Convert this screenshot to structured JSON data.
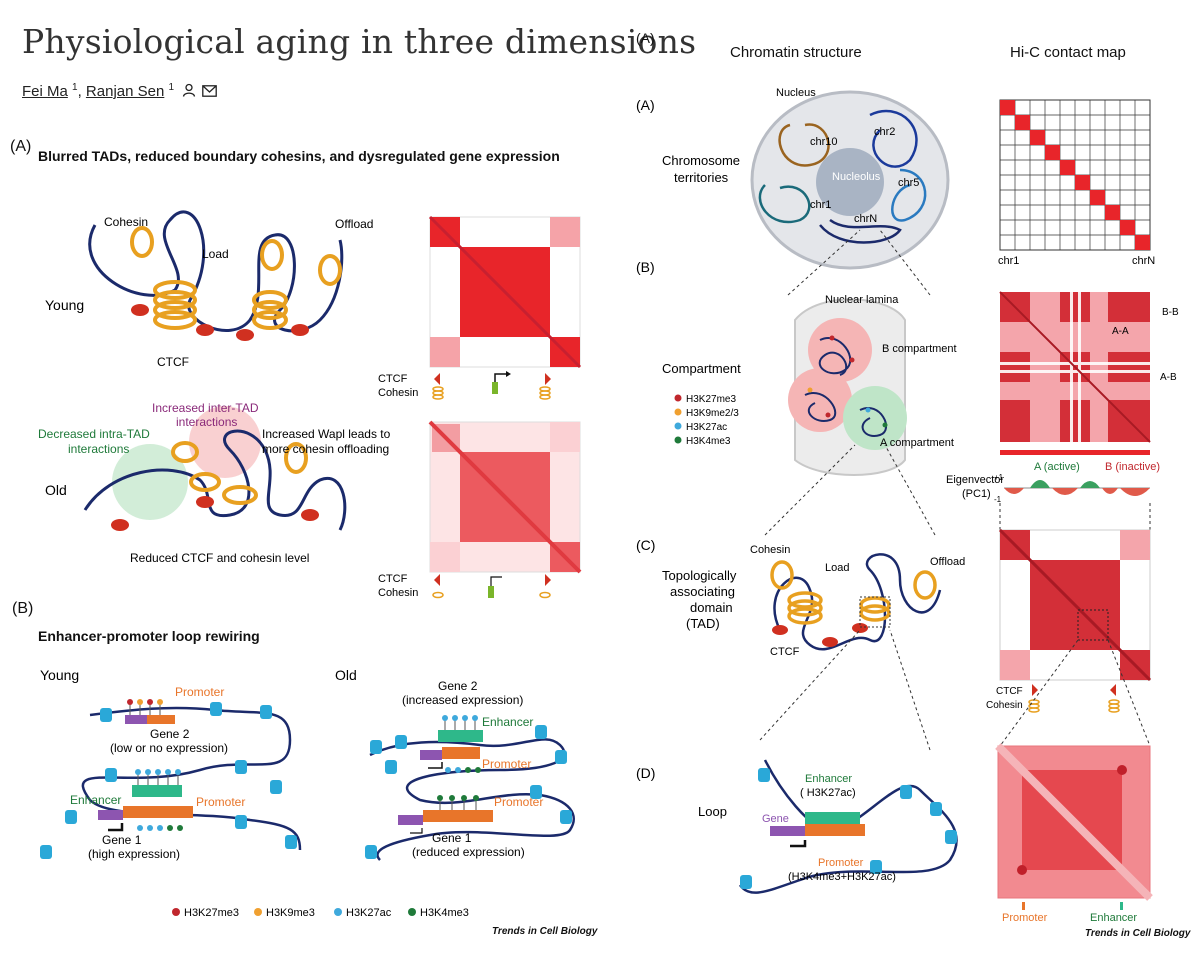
{
  "article": {
    "title": "Physiological aging in three dimensions",
    "authors": [
      {
        "name": "Fei Ma",
        "affil": "1"
      },
      {
        "name": "Ranjan Sen",
        "affil": "1"
      }
    ],
    "sep": ", "
  },
  "left": {
    "panel_a": {
      "letter": "(A)",
      "heading": "Blurred TADs, reduced boundary cohesins, and dysregulated gene expression",
      "young": "Young",
      "old": "Old",
      "cohesin": "Cohesin",
      "load": "Load",
      "offload": "Offload",
      "ctcf": "CTCF",
      "increased_inter_1": "Increased inter-TAD",
      "increased_inter_2": "interactions",
      "decreased_intra_1": "Decreased intra-TAD",
      "decreased_intra_2": "interactions",
      "wapl_1": "Increased Wapl leads to",
      "wapl_2": "more cohesin offloading",
      "reduced": "Reduced CTCF and cohesin level",
      "map_ctcf": "CTCF",
      "map_cohesin": "Cohesin"
    },
    "panel_b": {
      "letter": "(B)",
      "heading": "Enhancer-promoter loop rewiring",
      "young": "Young",
      "old": "Old",
      "promoter": "Promoter",
      "enhancer": "Enhancer",
      "gene2_young_1": "Gene 2",
      "gene2_young_2": "(low or no expression)",
      "gene1_young_1": "Gene 1",
      "gene1_young_2": "(high expression)",
      "gene2_old_1": "Gene 2",
      "gene2_old_2": "(increased expression)",
      "gene1_old_1": "Gene 1",
      "gene1_old_2": "(reduced expression)"
    },
    "legend": [
      {
        "label": "H3K27me3",
        "color": "#c0272d"
      },
      {
        "label": "H3K9me3",
        "color": "#f0a030"
      },
      {
        "label": "H3K27ac",
        "color": "#3fa9dc"
      },
      {
        "label": "H3K4me3",
        "color": "#1f7a3a"
      }
    ],
    "credit": "Trends in Cell Biology"
  },
  "right": {
    "col1_header": "Chromatin structure",
    "col2_header": "Hi-C contact map",
    "a": {
      "letter": "(A)",
      "label_1": "Chromosome",
      "label_2": "territories",
      "nucleus": "Nucleus",
      "nucleolus": "Nucleolus",
      "chr10": "chr10",
      "chr2": "chr2",
      "chr5": "chr5",
      "chr1": "chr1",
      "chrN": "chrN",
      "axis_left": "chr1",
      "axis_right": "chrN"
    },
    "b": {
      "letter": "(B)",
      "label": "Compartment",
      "lamina": "Nuclear lamina",
      "b_comp": "B compartment",
      "a_comp": "A compartment",
      "marks": [
        {
          "label": "H3K27me3",
          "color": "#c0272d"
        },
        {
          "label": "H3K9me2/3",
          "color": "#f0a030"
        },
        {
          "label": "H3K27ac",
          "color": "#3fa9dc"
        },
        {
          "label": "H3K4me3",
          "color": "#1f7a3a"
        }
      ],
      "bb": "B-B",
      "aa": "A-A",
      "ab": "A-B",
      "active": "A (active)",
      "inactive": "B (inactive)",
      "eig_1": "Eigenvector",
      "eig_2": "(PC1)",
      "plus": "+1",
      "minus": "-1"
    },
    "c": {
      "letter": "(C)",
      "label_1": "Topologically",
      "label_2": "associating",
      "label_3": "domain",
      "label_4": "(TAD)",
      "cohesin": "Cohesin",
      "load": "Load",
      "offload": "Offload",
      "ctcf": "CTCF",
      "map_ctcf": "CTCF",
      "map_cohesin": "Cohesin"
    },
    "d": {
      "letter": "(D)",
      "label": "Loop",
      "enhancer_1": "Enhancer",
      "enhancer_2": "( H3K27ac)",
      "gene": "Gene",
      "promoter_1": "Promoter",
      "promoter_2": "(H3K4me3+H3K27ac)",
      "map_promoter": "Promoter",
      "map_enhancer": "Enhancer"
    },
    "credit": "Trends in Cell Biology"
  },
  "colors": {
    "hic_red": "#e8252a",
    "hic_pink": "#f5a3a8",
    "hic_dark": "#c82030",
    "cohesin": "#e8a020",
    "ctcf": "#d03020",
    "chromatin": "#1b2a6b",
    "nucleosome": "#2aa8d8",
    "promoter_box": "#e8752a",
    "enhancer_box": "#2eb88a",
    "gene_box": "#8d55b0"
  }
}
